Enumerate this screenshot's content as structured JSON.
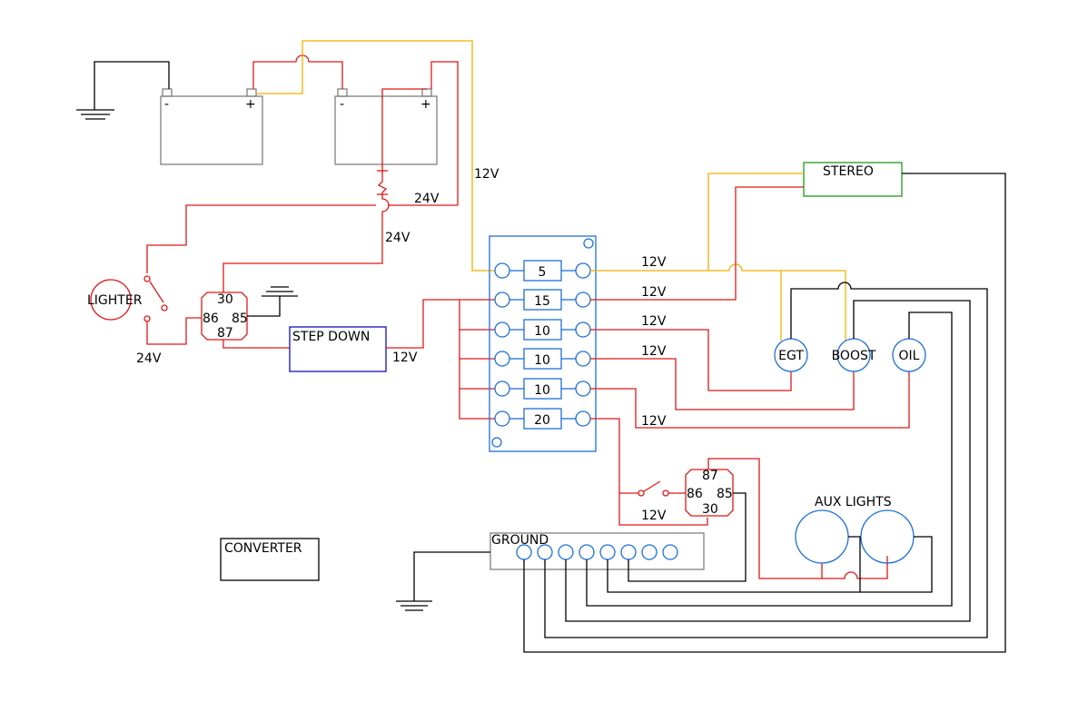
{
  "labels": {
    "v12": "12V",
    "v24": "24V",
    "battery_neg": "-",
    "battery_pos": "+",
    "lighter": "LIGHTER",
    "step_down": "STEP DOWN",
    "stereo": "STEREO",
    "egt": "EGT",
    "boost": "BOOST",
    "oil": "OIL",
    "aux_lights": "AUX LIGHTS",
    "ground": "GROUND",
    "converter": "CONVERTER"
  },
  "relay_pins": {
    "p30": "30",
    "p85": "85",
    "p86": "86",
    "p87": "87"
  },
  "fuses": [
    "5",
    "15",
    "10",
    "10",
    "10",
    "20"
  ],
  "colors": {
    "positive_wire": "#e01818",
    "ground_wire": "#000000",
    "switched_12v_wire": "#f0b000",
    "fuse_block": "#1e6fd9",
    "stereo_box": "#1a9a1a",
    "step_down_box": "#1010c0",
    "battery": "#808080"
  }
}
